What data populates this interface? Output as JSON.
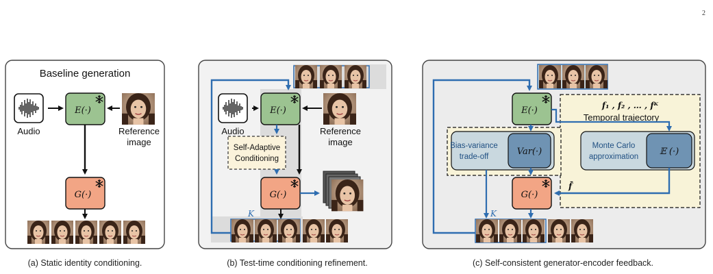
{
  "page_number": "2",
  "panel_a": {
    "title": "Baseline generation",
    "encoder": "E(·)",
    "generator": "G(·)",
    "audio_label": "Audio",
    "reference_label_1": "Reference",
    "reference_label_2": "image",
    "caption": "(a) Static identity conditioning."
  },
  "panel_b": {
    "encoder": "E(·)",
    "generator": "G(·)",
    "audio_label": "Audio",
    "reference_label_1": "Reference",
    "reference_label_2": "image",
    "conditioning_1": "Self-Adaptive",
    "conditioning_2": "Conditioning",
    "k_label": "K",
    "caption": "(b) Test-time conditioning refinement."
  },
  "panel_c": {
    "encoder": "E(·)",
    "generator": "G(·)",
    "trajectory": "f₁ , f₂ , … , fᴷ",
    "temporal_label": "Temporal trajectory",
    "bias_1": "Bias-variance",
    "bias_2": "trade-off",
    "var_label": "Var(·)",
    "mc_1": "Monte Carlo",
    "mc_2": "approximation",
    "exp_label": "𝔼 (·)",
    "fbar": "f̄",
    "k_label": "K",
    "caption": "(c) Self-consistent generator-encoder feedback."
  },
  "colors": {
    "encoder_fill": "#9cc391",
    "generator_fill": "#f2a585",
    "flow_blue": "#2e6db0",
    "cond_fill": "#fbf3db",
    "var_fill": "#6f93b3",
    "bias_fill": "#c9d8df"
  }
}
